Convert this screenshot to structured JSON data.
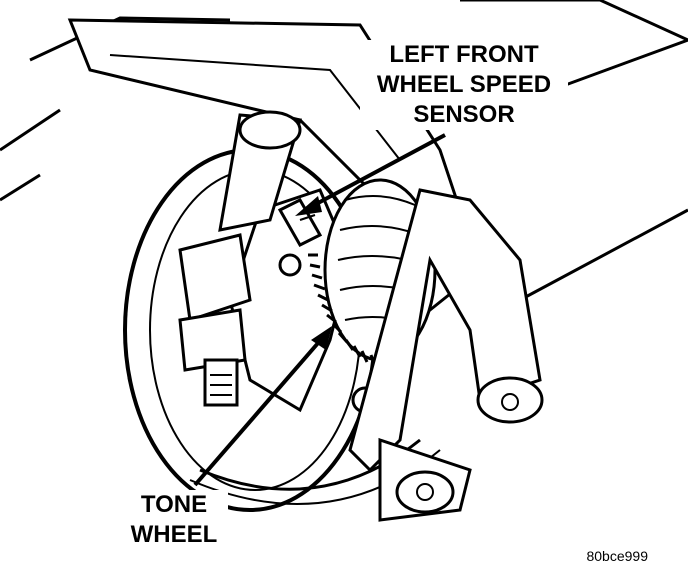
{
  "labels": {
    "sensor_line1": "LEFT FRONT",
    "sensor_line2": "WHEEL SPEED",
    "sensor_line3": "SENSOR",
    "tone_line1": "TONE",
    "tone_line2": "WHEEL"
  },
  "figure_id": "80bce999",
  "colors": {
    "ink": "#000000",
    "paper": "#ffffff",
    "shade": "#d9d9d9"
  }
}
